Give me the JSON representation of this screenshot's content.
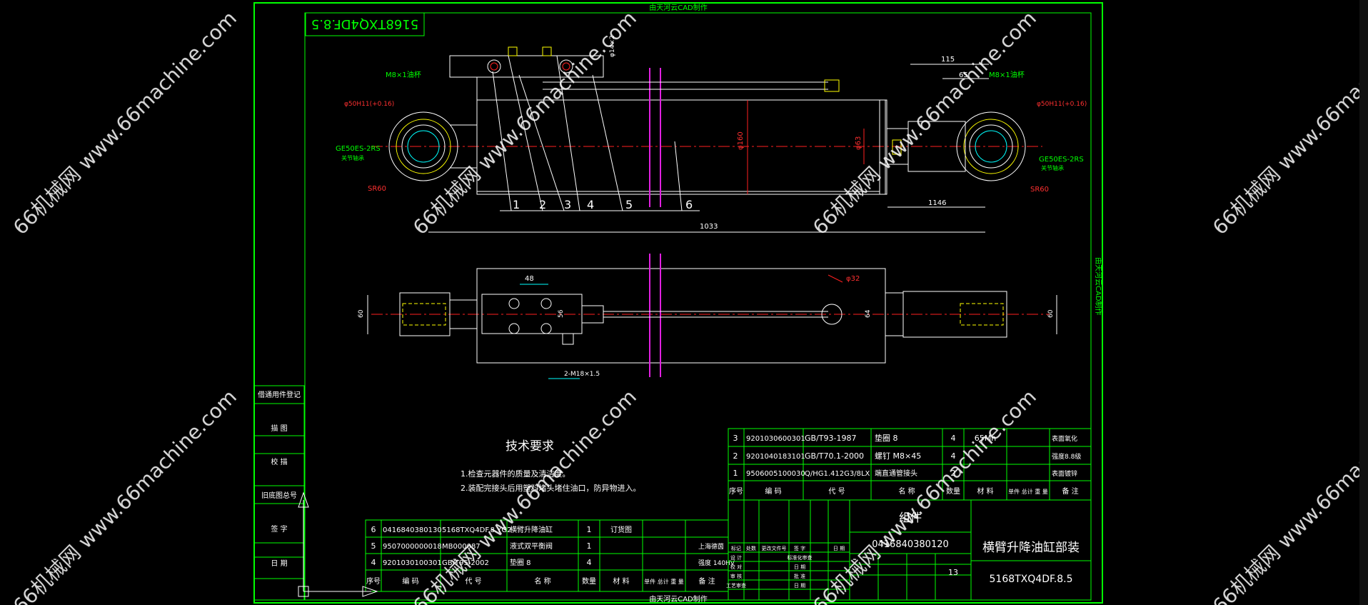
{
  "drawing": {
    "top_label": "由天河云CAD制作",
    "bottom_label": "由天河云CAD制作",
    "side_label": "由天河云CAD制作",
    "stamp": "5168TXQ4DF.8.5"
  },
  "watermark": {
    "text": "66机械网 www.66machine.com"
  },
  "dimensions": {
    "d115": "115",
    "d65": "65",
    "m8_left": "M8×1油杯",
    "m8_right": "M8×1油杯",
    "phi50_left": "φ50H11(+0.16)",
    "phi50_right": "φ50H11(+0.16)",
    "bearing_left": "GE50ES-2RS",
    "bearing_left_sub": "关节轴承",
    "bearing_right": "GE50ES-2RS",
    "bearing_right_sub": "关节轴承",
    "sr60_left": "SR60",
    "sr60_right": "SR60",
    "phi160": "φ160",
    "phi63": "φ63",
    "d1146": "1146",
    "d1033": "1033",
    "phi14": "φ14×2",
    "d48": "48",
    "phi32": "φ32",
    "d2m18": "2-M18×1.5",
    "d60a": "60",
    "d60b": "60",
    "d56": "56",
    "d64": "64"
  },
  "balloons": [
    "1",
    "2",
    "3",
    "4",
    "5",
    "6"
  ],
  "tech": {
    "title": "技术要求",
    "line1": "1.检查元器件的质量及清洁度。",
    "line2": "2.装配完接头后用塑料堵头堵住油口，防异物进入。"
  },
  "left_strip": [
    "借通用件登记",
    "描 图",
    "校 描",
    "旧底图总号",
    "签 字",
    "日 期"
  ],
  "bom_top": {
    "rows": [
      [
        "3",
        "9201030600301",
        "GB/T93-1987",
        "垫圈 8",
        "4",
        "65Mn",
        "",
        "表面氧化"
      ],
      [
        "2",
        "9201040183101",
        "GB/T70.1-2000",
        "螺钉 M8×45",
        "4",
        "",
        "",
        "强度8.8级"
      ],
      [
        "1",
        "9506005100030",
        "Q/HG1.412G3/8LX",
        "端直通管接头",
        "2",
        "",
        "",
        "表面镀锌"
      ]
    ],
    "header": [
      "序号",
      "编 码",
      "代 号",
      "名 称",
      "数量",
      "材 料",
      "单件 总计 重 量",
      "备 注"
    ]
  },
  "bom_bottom": {
    "rows": [
      [
        "6",
        "0416840380130",
        "5168TXQ4DF.8.YG2",
        "横臂升降油缸",
        "1",
        "订货图",
        "",
        ""
      ],
      [
        "5",
        "9507000000018",
        "MB000087",
        "液式双平衡阀",
        "1",
        "",
        "上海德茵",
        ""
      ],
      [
        "4",
        "9201030100301",
        "GB/T95-2002",
        "垫圈 8",
        "4",
        "",
        "强度 140HV",
        ""
      ]
    ],
    "header": [
      "序号",
      "编 码",
      "代 号",
      "名 称",
      "数量",
      "材 料",
      "单件 总计 重 量",
      "备 注"
    ]
  },
  "title_block": {
    "category": "组件",
    "code": "0416840380120",
    "name": "横臂升降油缸部装",
    "drawing_no": "5168TXQ4DF.8.5",
    "sheet": "13",
    "rows": [
      "标记",
      "处数",
      "更改文件号",
      "签 字",
      "日 期"
    ],
    "roles": [
      "设 计",
      "校 对",
      "审 核",
      "工艺审查"
    ],
    "roles2": [
      "标准化审查",
      "日 期",
      "批 准",
      "日 期"
    ]
  }
}
